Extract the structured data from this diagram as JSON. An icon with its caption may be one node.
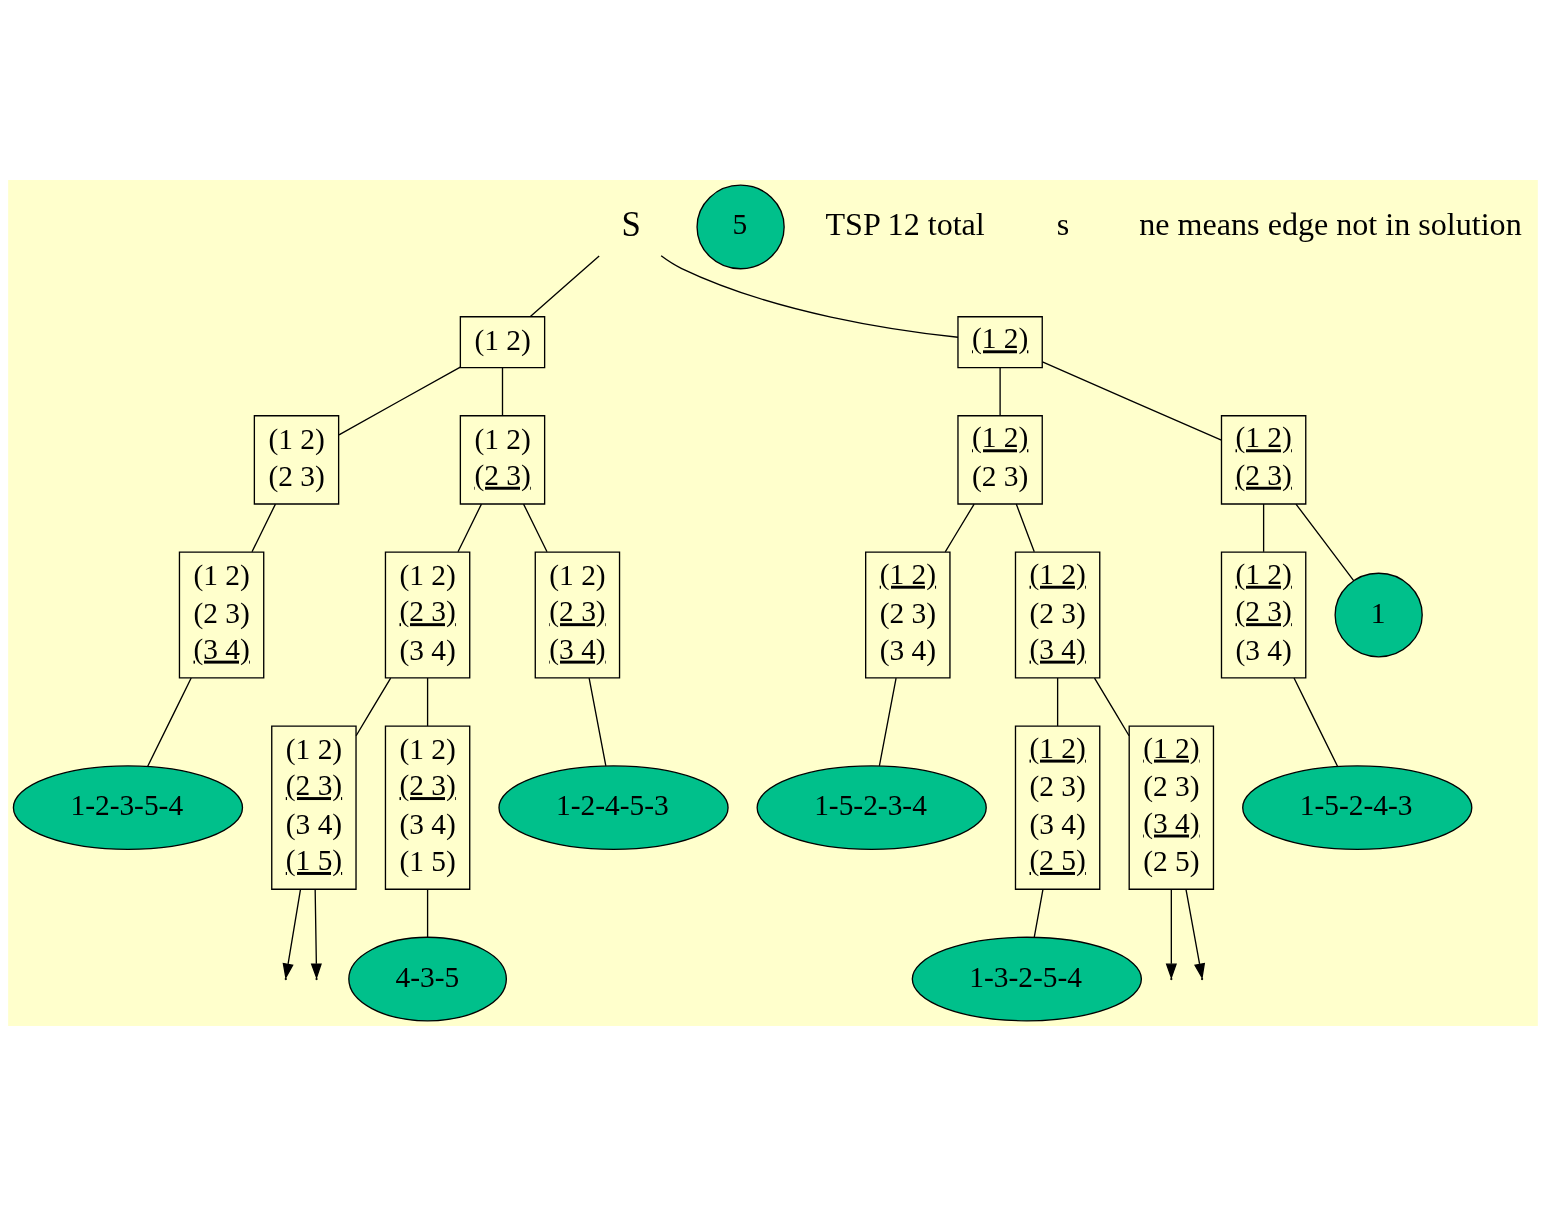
{
  "diagram": {
    "nodes": [
      {
        "text": [
          "S"
        ]
      },
      {
        "text": [
          "(1 2)"
        ]
      },
      {
        "text": [
          "(1 2)"
        ]
      },
      {
        "text": [
          "(1 2)",
          "(2 3)"
        ]
      },
      {
        "text": [
          "(1 2)",
          "(2 3)"
        ]
      },
      {
        "text": [
          "(1 2)",
          "(2 3)"
        ]
      },
      {
        "text": [
          "(1 2)",
          "(2 3)"
        ]
      },
      {
        "text": [
          "(1 2)",
          "(2 3)",
          "(3 4)"
        ]
      },
      {
        "text": [
          "(1 2)",
          "(2 3)",
          "(3 4)"
        ]
      },
      {
        "text": [
          "(1 2)",
          "(2 3)",
          "(3 4)"
        ]
      },
      {
        "text": [
          "(1 2)",
          "(2 3)",
          "(3 4)"
        ]
      },
      {
        "text": [
          "(1 2)",
          "(2 3)",
          "(3 4)"
        ]
      },
      {
        "text": [
          "(1 2)",
          "(2 3)",
          "(3 4)"
        ]
      },
      {
        "text": [
          "1-5-2-3-4"
        ]
      },
      {
        "text": [
          "1-5-2-4-3"
        ]
      },
      {
        "text": [
          "1"
        ]
      },
      {
        "text": [
          "(1 2)",
          "(2 3)",
          "(3 4)",
          "(2 5)"
        ]
      },
      {
        "text": [
          "(1 2)",
          "(2 3)",
          "(3 4)",
          "(2 5)"
        ]
      },
      {
        "text": [
          "5"
        ]
      },
      {
        "text": [
          "1-2-3-5-4"
        ]
      },
      {
        "text": [
          "1-2-4-5-3"
        ]
      },
      {
        "text": [
          "(1 2)",
          "(2 3)",
          "(3 4)",
          "(1 5)"
        ]
      },
      {
        "text": [
          "(1 2)",
          "(2 3)",
          "(3 4)",
          "(1 5)"
        ]
      },
      {
        "text": [
          "4-3-5"
        ]
      },
      {
        "text": [
          "1-3-2-5-4"
        ]
      }
    ],
    "edges": [
      {
        "from": 0,
        "to": 1,
        "arrow": "none"
      },
      {
        "from": 0,
        "to": 2,
        "arrow": "none"
      },
      {
        "from": 1,
        "to": 3,
        "arrow": "none"
      },
      {
        "from": 1,
        "to": 4,
        "arrow": "none"
      },
      {
        "from": 2,
        "to": 5,
        "arrow": "none"
      },
      {
        "from": 2,
        "to": 6,
        "arrow": "none"
      },
      {
        "from": 3,
        "to": 7,
        "arrow": "none"
      },
      {
        "from": 5,
        "to": 8,
        "arrow": "none"
      },
      {
        "from": 5,
        "to": 9,
        "arrow": "none"
      },
      {
        "from": 6,
        "to": 10,
        "arrow": "none"
      },
      {
        "from": 6,
        "to": 15,
        "arrow": "none"
      },
      {
        "from": 4,
        "to": 11,
        "arrow": "none"
      },
      {
        "from": 4,
        "to": 12,
        "arrow": "none"
      },
      {
        "from": 8,
        "to": 13,
        "arrow": "none"
      },
      {
        "from": 10,
        "to": 14,
        "arrow": "none"
      },
      {
        "from": 7,
        "to": 19,
        "arrow": "none"
      },
      {
        "from": 12,
        "to": 20,
        "arrow": "none"
      },
      {
        "from": 9,
        "to": 16,
        "arrow": "none"
      },
      {
        "from": 9,
        "to": 17,
        "arrow": "none"
      },
      {
        "from": 11,
        "to": 22,
        "arrow": "none"
      },
      {
        "from": 11,
        "to": 21,
        "arrow": "none"
      },
      {
        "from": 22,
        "to": 23,
        "arrow": "none"
      },
      {
        "from": 16,
        "to": 24,
        "arrow": "none"
      },
      {
        "from": 21,
        "to": null,
        "arrow": "to"
      },
      {
        "from": 21,
        "to": null,
        "arrow": "to"
      },
      {
        "from": 17,
        "to": null,
        "arrow": "to"
      },
      {
        "from": 17,
        "to": null,
        "arrow": "to"
      }
    ],
    "labels": [
      "TSP 12 total",
      "s",
      "ne means edge not in solution"
    ]
  }
}
